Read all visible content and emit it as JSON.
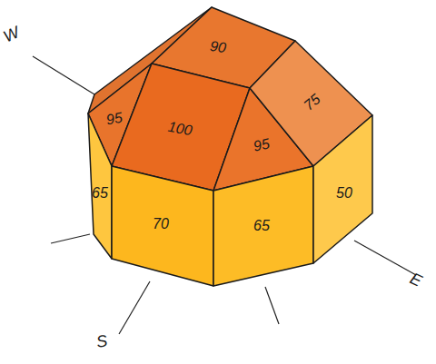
{
  "diagram": {
    "nodes": [
      {
        "text": [
          "90"
        ]
      },
      {
        "text": [
          "95"
        ]
      },
      {
        "text": [
          "100"
        ]
      },
      {
        "text": [
          "95"
        ]
      },
      {
        "text": [
          "75"
        ]
      },
      {
        "text": [
          "65"
        ]
      },
      {
        "text": [
          "70"
        ]
      },
      {
        "text": [
          "65"
        ]
      },
      {
        "text": [
          "50"
        ]
      }
    ],
    "labels": [
      "W",
      "S",
      "E"
    ]
  }
}
